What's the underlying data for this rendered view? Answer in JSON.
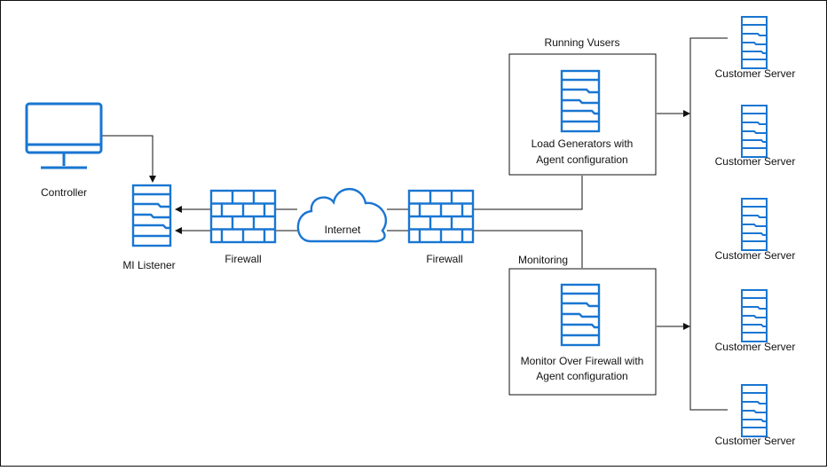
{
  "colors": {
    "accent": "#1976d2",
    "line": "#111111",
    "background": "#ffffff"
  },
  "nodes": {
    "controller": {
      "label": "Controller",
      "icon": "monitor-icon"
    },
    "mi_listener": {
      "label": "MI Listener",
      "icon": "server-icon"
    },
    "firewall_left": {
      "label": "Firewall",
      "icon": "firewall-icon"
    },
    "internet": {
      "label": "Internet",
      "icon": "cloud-icon"
    },
    "firewall_right": {
      "label": "Firewall",
      "icon": "firewall-icon"
    },
    "load_generators": {
      "header": "Running Vusers",
      "label_line1": "Load Generators with",
      "label_line2": "Agent configuration",
      "icon": "server-icon"
    },
    "monitor": {
      "header": "Monitoring",
      "label_line1": "Monitor Over Firewall with",
      "label_line2": "Agent configuration",
      "icon": "server-icon"
    },
    "customer_servers": [
      {
        "label": "Customer Server",
        "icon": "server-icon"
      },
      {
        "label": "Customer Server",
        "icon": "server-icon"
      },
      {
        "label": "Customer Server",
        "icon": "server-icon"
      },
      {
        "label": "Customer Server",
        "icon": "server-icon"
      },
      {
        "label": "Customer Server",
        "icon": "server-icon"
      }
    ]
  }
}
